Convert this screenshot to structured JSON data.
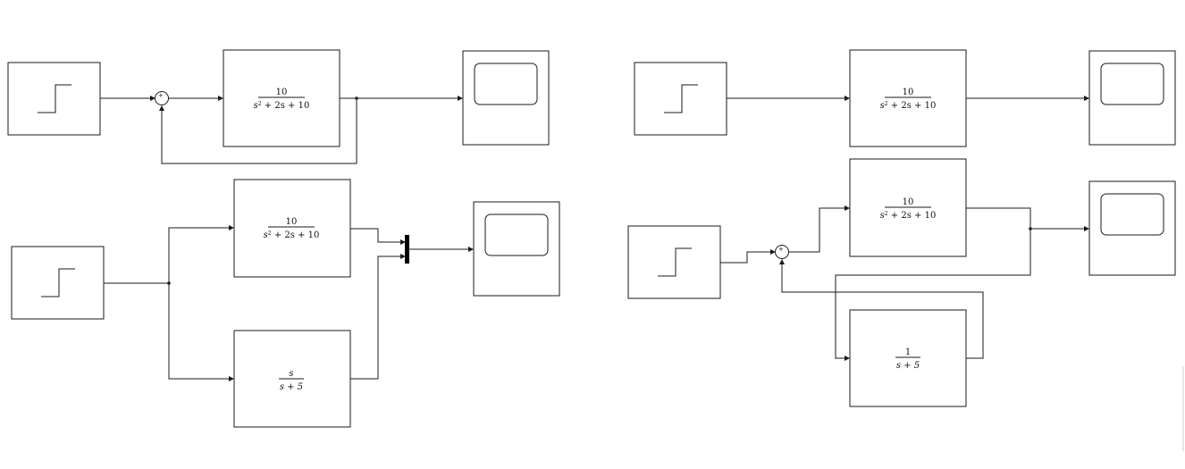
{
  "blocks": {
    "tf1": {
      "num": "10",
      "den": [
        "s",
        "2",
        " + 2s + 10"
      ]
    },
    "tf2": {
      "num": "10",
      "den": [
        "s",
        "2",
        " + 2s + 10"
      ]
    },
    "tf3": {
      "num": "10",
      "den": [
        "s",
        "2",
        " + 2s + 10"
      ]
    },
    "tf4": {
      "num": "10",
      "den": [
        "s",
        "2",
        " + 2s + 10"
      ]
    },
    "tf5": {
      "num": "s",
      "den": [
        "s + 5"
      ]
    },
    "tf6": {
      "num": "1",
      "den": [
        "s + 5"
      ]
    }
  },
  "sum_sign": "+"
}
